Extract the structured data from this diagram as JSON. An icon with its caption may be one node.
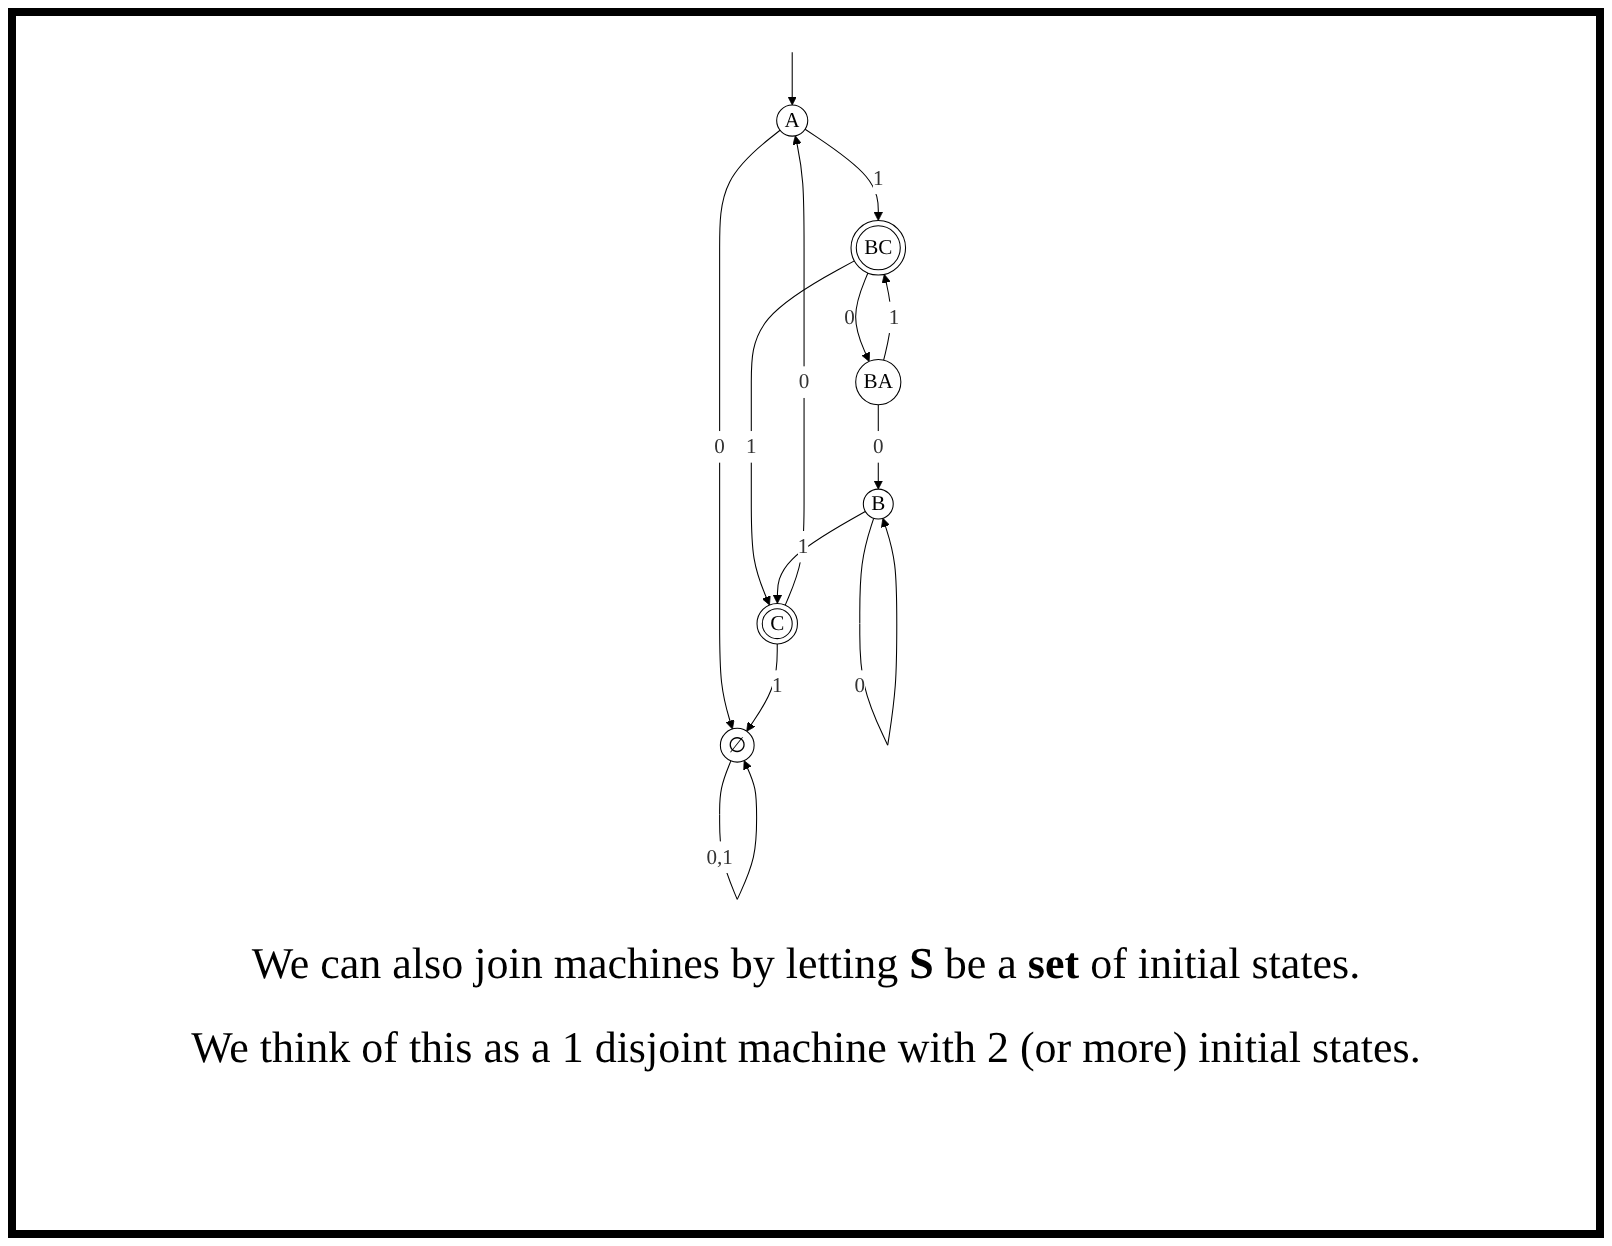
{
  "diagram": {
    "nodes": [
      {
        "text": [
          "A"
        ]
      },
      {
        "text": [
          "BC"
        ]
      },
      {
        "text": [
          "BA"
        ]
      },
      {
        "text": [
          "C"
        ]
      },
      {
        "text": [
          "∅"
        ]
      },
      {
        "text": [
          "B"
        ]
      }
    ],
    "edges": [
      {
        "from": null,
        "to": 0,
        "arrow": "to"
      },
      {
        "from": 0,
        "to": 1,
        "arrow": "to",
        "label": "1"
      },
      {
        "from": 1,
        "to": 2,
        "arrow": "to",
        "label": "0"
      },
      {
        "from": 2,
        "to": 1,
        "arrow": "to",
        "label": "1"
      },
      {
        "from": 1,
        "to": 3,
        "arrow": "to",
        "label": "1"
      },
      {
        "from": 3,
        "to": 0,
        "arrow": "to",
        "label": "0"
      },
      {
        "from": 0,
        "to": 4,
        "arrow": "to",
        "label": "0"
      },
      {
        "from": 3,
        "to": 4,
        "arrow": "to",
        "label": "1"
      },
      {
        "from": 5,
        "to": 3,
        "arrow": "to",
        "label": "1"
      },
      {
        "from": 2,
        "to": 5,
        "arrow": "to",
        "label": "0"
      },
      {
        "from": 4,
        "to": 4,
        "arrow": "to",
        "label": "0,1"
      },
      {
        "from": 5,
        "to": 5,
        "arrow": "to",
        "label": "0"
      }
    ],
    "labels": [
      "We can also join machines by letting **S** be a **set** of initial states.",
      "We think of this as a 1 disjoint machine with 2 (or more) initial states."
    ]
  }
}
